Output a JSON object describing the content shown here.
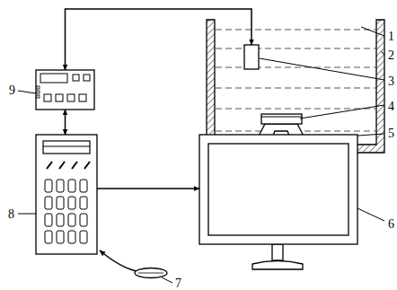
{
  "diagram": {
    "nodes": [
      {
        "text": [
          "9"
        ]
      },
      {
        "text": [
          "3"
        ]
      },
      {
        "text": [
          "8"
        ]
      },
      {
        "text": [
          "6"
        ]
      },
      {
        "text": [
          "7"
        ]
      }
    ],
    "edges": [
      {
        "from": 0,
        "to": 1,
        "arrow": "both"
      },
      {
        "from": 0,
        "to": 2,
        "arrow": "both"
      },
      {
        "from": 2,
        "to": 3,
        "arrow": "to"
      },
      {
        "from": 4,
        "to": 2,
        "arrow": "to"
      }
    ],
    "labels": [
      "1",
      "2",
      "4",
      "5"
    ]
  }
}
